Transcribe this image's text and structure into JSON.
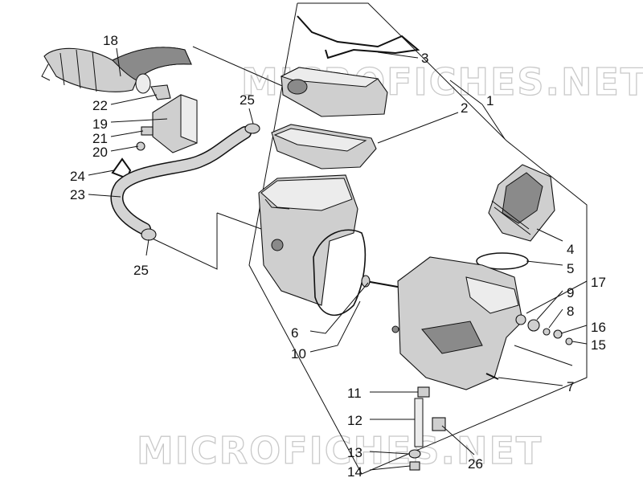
{
  "watermark": "MICROFICHES.NET",
  "callouts": [
    {
      "id": "c18",
      "label": "18"
    },
    {
      "id": "c3",
      "label": "3"
    },
    {
      "id": "c22",
      "label": "22"
    },
    {
      "id": "c19",
      "label": "19"
    },
    {
      "id": "c21",
      "label": "21"
    },
    {
      "id": "c20",
      "label": "20"
    },
    {
      "id": "c25a",
      "label": "25"
    },
    {
      "id": "c2",
      "label": "2"
    },
    {
      "id": "c1",
      "label": "1"
    },
    {
      "id": "c24",
      "label": "24"
    },
    {
      "id": "c23",
      "label": "23"
    },
    {
      "id": "c25b",
      "label": "25"
    },
    {
      "id": "c4",
      "label": "4"
    },
    {
      "id": "c5",
      "label": "5"
    },
    {
      "id": "c17",
      "label": "17"
    },
    {
      "id": "c9",
      "label": "9"
    },
    {
      "id": "c8",
      "label": "8"
    },
    {
      "id": "c16",
      "label": "16"
    },
    {
      "id": "c15",
      "label": "15"
    },
    {
      "id": "c6",
      "label": "6"
    },
    {
      "id": "c10",
      "label": "10"
    },
    {
      "id": "c7",
      "label": "7"
    },
    {
      "id": "c11",
      "label": "11"
    },
    {
      "id": "c12",
      "label": "12"
    },
    {
      "id": "c13",
      "label": "13"
    },
    {
      "id": "c14",
      "label": "14"
    },
    {
      "id": "c26",
      "label": "26"
    }
  ]
}
